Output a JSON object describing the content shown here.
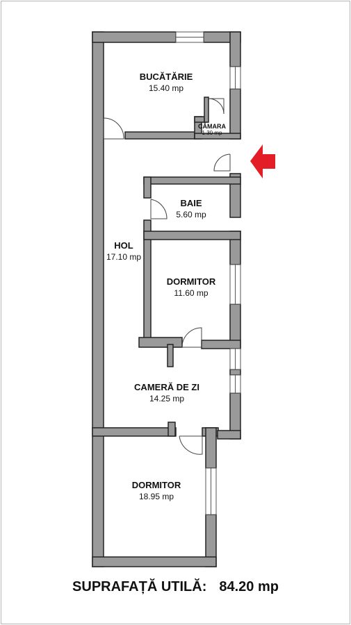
{
  "rooms": {
    "bucatarie": {
      "name": "BUCĂTĂRIE",
      "area": "15.40 mp"
    },
    "camara": {
      "name": "CĂMARA",
      "area": "1.30 mp"
    },
    "baie": {
      "name": "BAIE",
      "area": "5.60 mp"
    },
    "hol": {
      "name": "HOL",
      "area": "17.10 mp"
    },
    "dormitor1": {
      "name": "DORMITOR",
      "area": "11.60 mp"
    },
    "camera_de_zi": {
      "name": "CAMERĂ DE ZI",
      "area": "14.25 mp"
    },
    "dormitor2": {
      "name": "DORMITOR",
      "area": "18.95 mp"
    }
  },
  "summary": {
    "label": "SUPRAFAȚĂ UTILĂ:",
    "value": "84.20 mp"
  },
  "colors": {
    "wall_fill": "#9a9a9a",
    "wall_stroke": "#222222",
    "entrance_arrow": "#e41e26",
    "window": "#ffffff"
  },
  "icons": {
    "entrance": "entrance-arrow-icon"
  }
}
